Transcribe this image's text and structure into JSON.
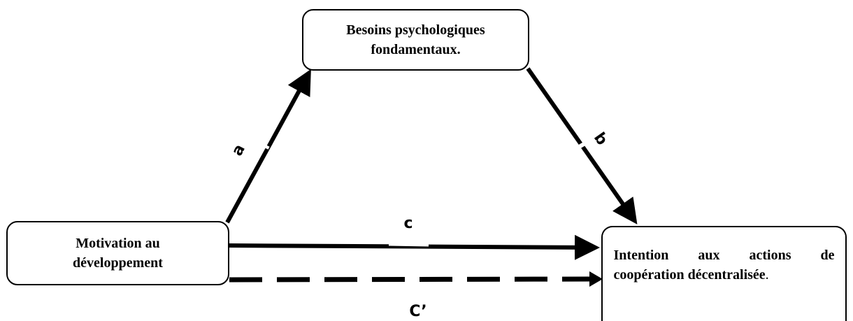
{
  "diagram": {
    "nodes": {
      "besoins": {
        "line1": "Besoins psychologiques",
        "line2": "fondamentaux."
      },
      "motivation": {
        "line1": "Motivation au",
        "line2": "développement"
      },
      "intention": {
        "line1": "Intention aux actions de",
        "line2": "coopération décentralisée",
        "suffix": "."
      }
    },
    "paths": {
      "a": {
        "label": "a",
        "style": "solid",
        "from": "motivation",
        "to": "besoins"
      },
      "b": {
        "label": "b",
        "style": "solid",
        "from": "besoins",
        "to": "intention"
      },
      "c": {
        "label": "c",
        "style": "solid",
        "from": "motivation",
        "to": "intention"
      },
      "c_prime": {
        "label": "C’",
        "style": "dashed",
        "from": "motivation",
        "to": "intention"
      }
    },
    "colors": {
      "stroke": "#000000",
      "background": "#ffffff"
    }
  }
}
